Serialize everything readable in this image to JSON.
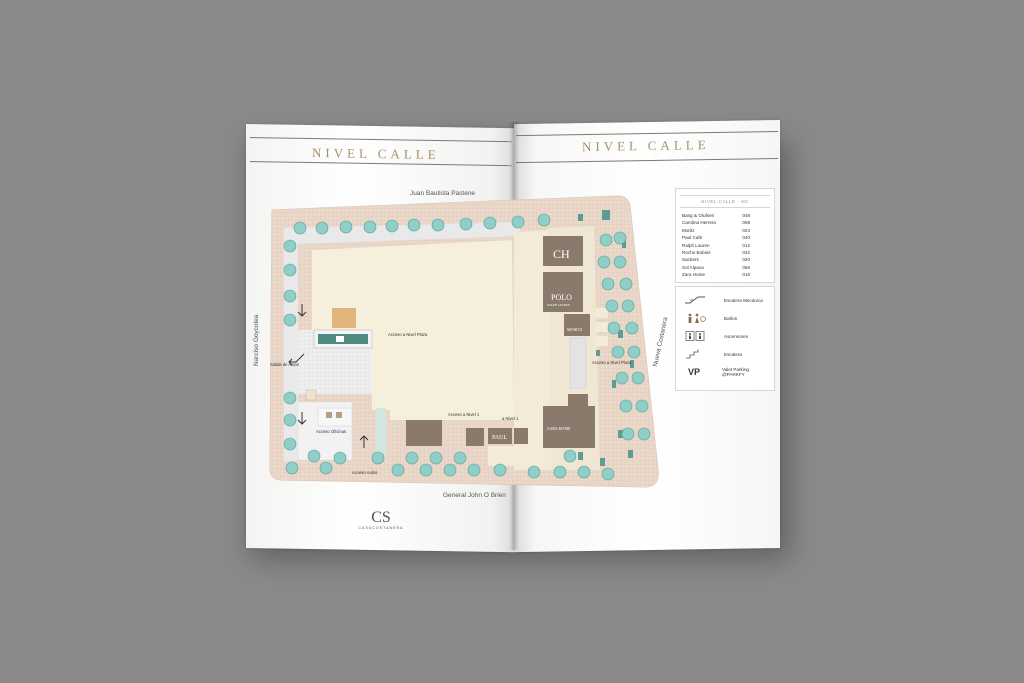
{
  "spread": {
    "left_heading": "NIVEL CALLE",
    "right_heading": "NIVEL CALLE"
  },
  "streets": {
    "top": "Juan Bautista Pastene",
    "left": "Narciso Goycolea",
    "right": "Nueva Costanera",
    "bottom": "General John O Brien"
  },
  "map_labels": {
    "acceso_nivel_plaza_left": "Acceso a Nivel Plaza",
    "salida_autos": "Salida de Autos",
    "acceso_oficinas": "Acceso Oficinas",
    "acceso_autos": "Acceso Autos",
    "acceso_nivel_1": "Acceso a Nivel 1",
    "acceso_nivel_right_short": "a Nivel 1",
    "acceso_nivel_plaza_right": "Acceso a Nivel Plaza"
  },
  "stores": {
    "ch": "CH",
    "polo": "POLO",
    "polo_sub": "RALPH LAUREN",
    "moritz": "MORITZ",
    "zara_home": "ZARA HOME",
    "paul": "PAUL"
  },
  "directory": {
    "title": "NIVEL CALLE · NC",
    "entries": [
      {
        "name": "Bang & Olufsen",
        "code": "048"
      },
      {
        "name": "Carolina Herrera",
        "code": "008"
      },
      {
        "name": "Moritz",
        "code": "024"
      },
      {
        "name": "Paul Café",
        "code": "040"
      },
      {
        "name": "Ralph Lauren",
        "code": "012"
      },
      {
        "name": "Roche Bobois",
        "code": "032"
      },
      {
        "name": "Sacbers",
        "code": "020"
      },
      {
        "name": "Sol Alpaca",
        "code": "056"
      },
      {
        "name": "Zara Home",
        "code": "016"
      }
    ]
  },
  "legend": [
    {
      "icon": "escalator-icon",
      "label": "Escalera Mecánica"
    },
    {
      "icon": "restroom-icon",
      "label": "Baños"
    },
    {
      "icon": "elevator-icon",
      "label": "Ascensores"
    },
    {
      "icon": "stairs-icon",
      "label": "Escalera"
    },
    {
      "icon": "valet-icon",
      "glyph": "VP",
      "label": "Valet Parking",
      "label2": "@PARKFY"
    }
  ],
  "logo": {
    "mark": "CS",
    "text": "CASACOSTANERA"
  },
  "colors": {
    "background": "#8a8a8a",
    "heading_gold": "#a8916a",
    "plaza_floor": "#f6efdc",
    "pavement": "#e8d4c6",
    "tree": "#8fcfc7",
    "tree_dark": "#5a9d96",
    "store_brown": "#8a7a6c",
    "glass_green": "#4f8c80"
  }
}
